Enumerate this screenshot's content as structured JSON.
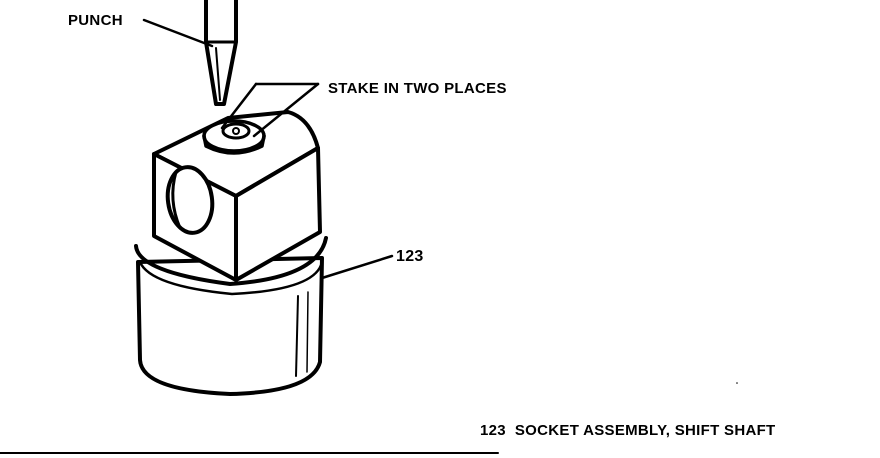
{
  "labels": {
    "punch": "PUNCH",
    "stake": "STAKE IN TWO PLACES",
    "item_number": "123",
    "caption": "123  SOCKET ASSEMBLY, SHIFT SHAFT"
  },
  "colors": {
    "ink": "#000000",
    "paper": "#ffffff"
  }
}
